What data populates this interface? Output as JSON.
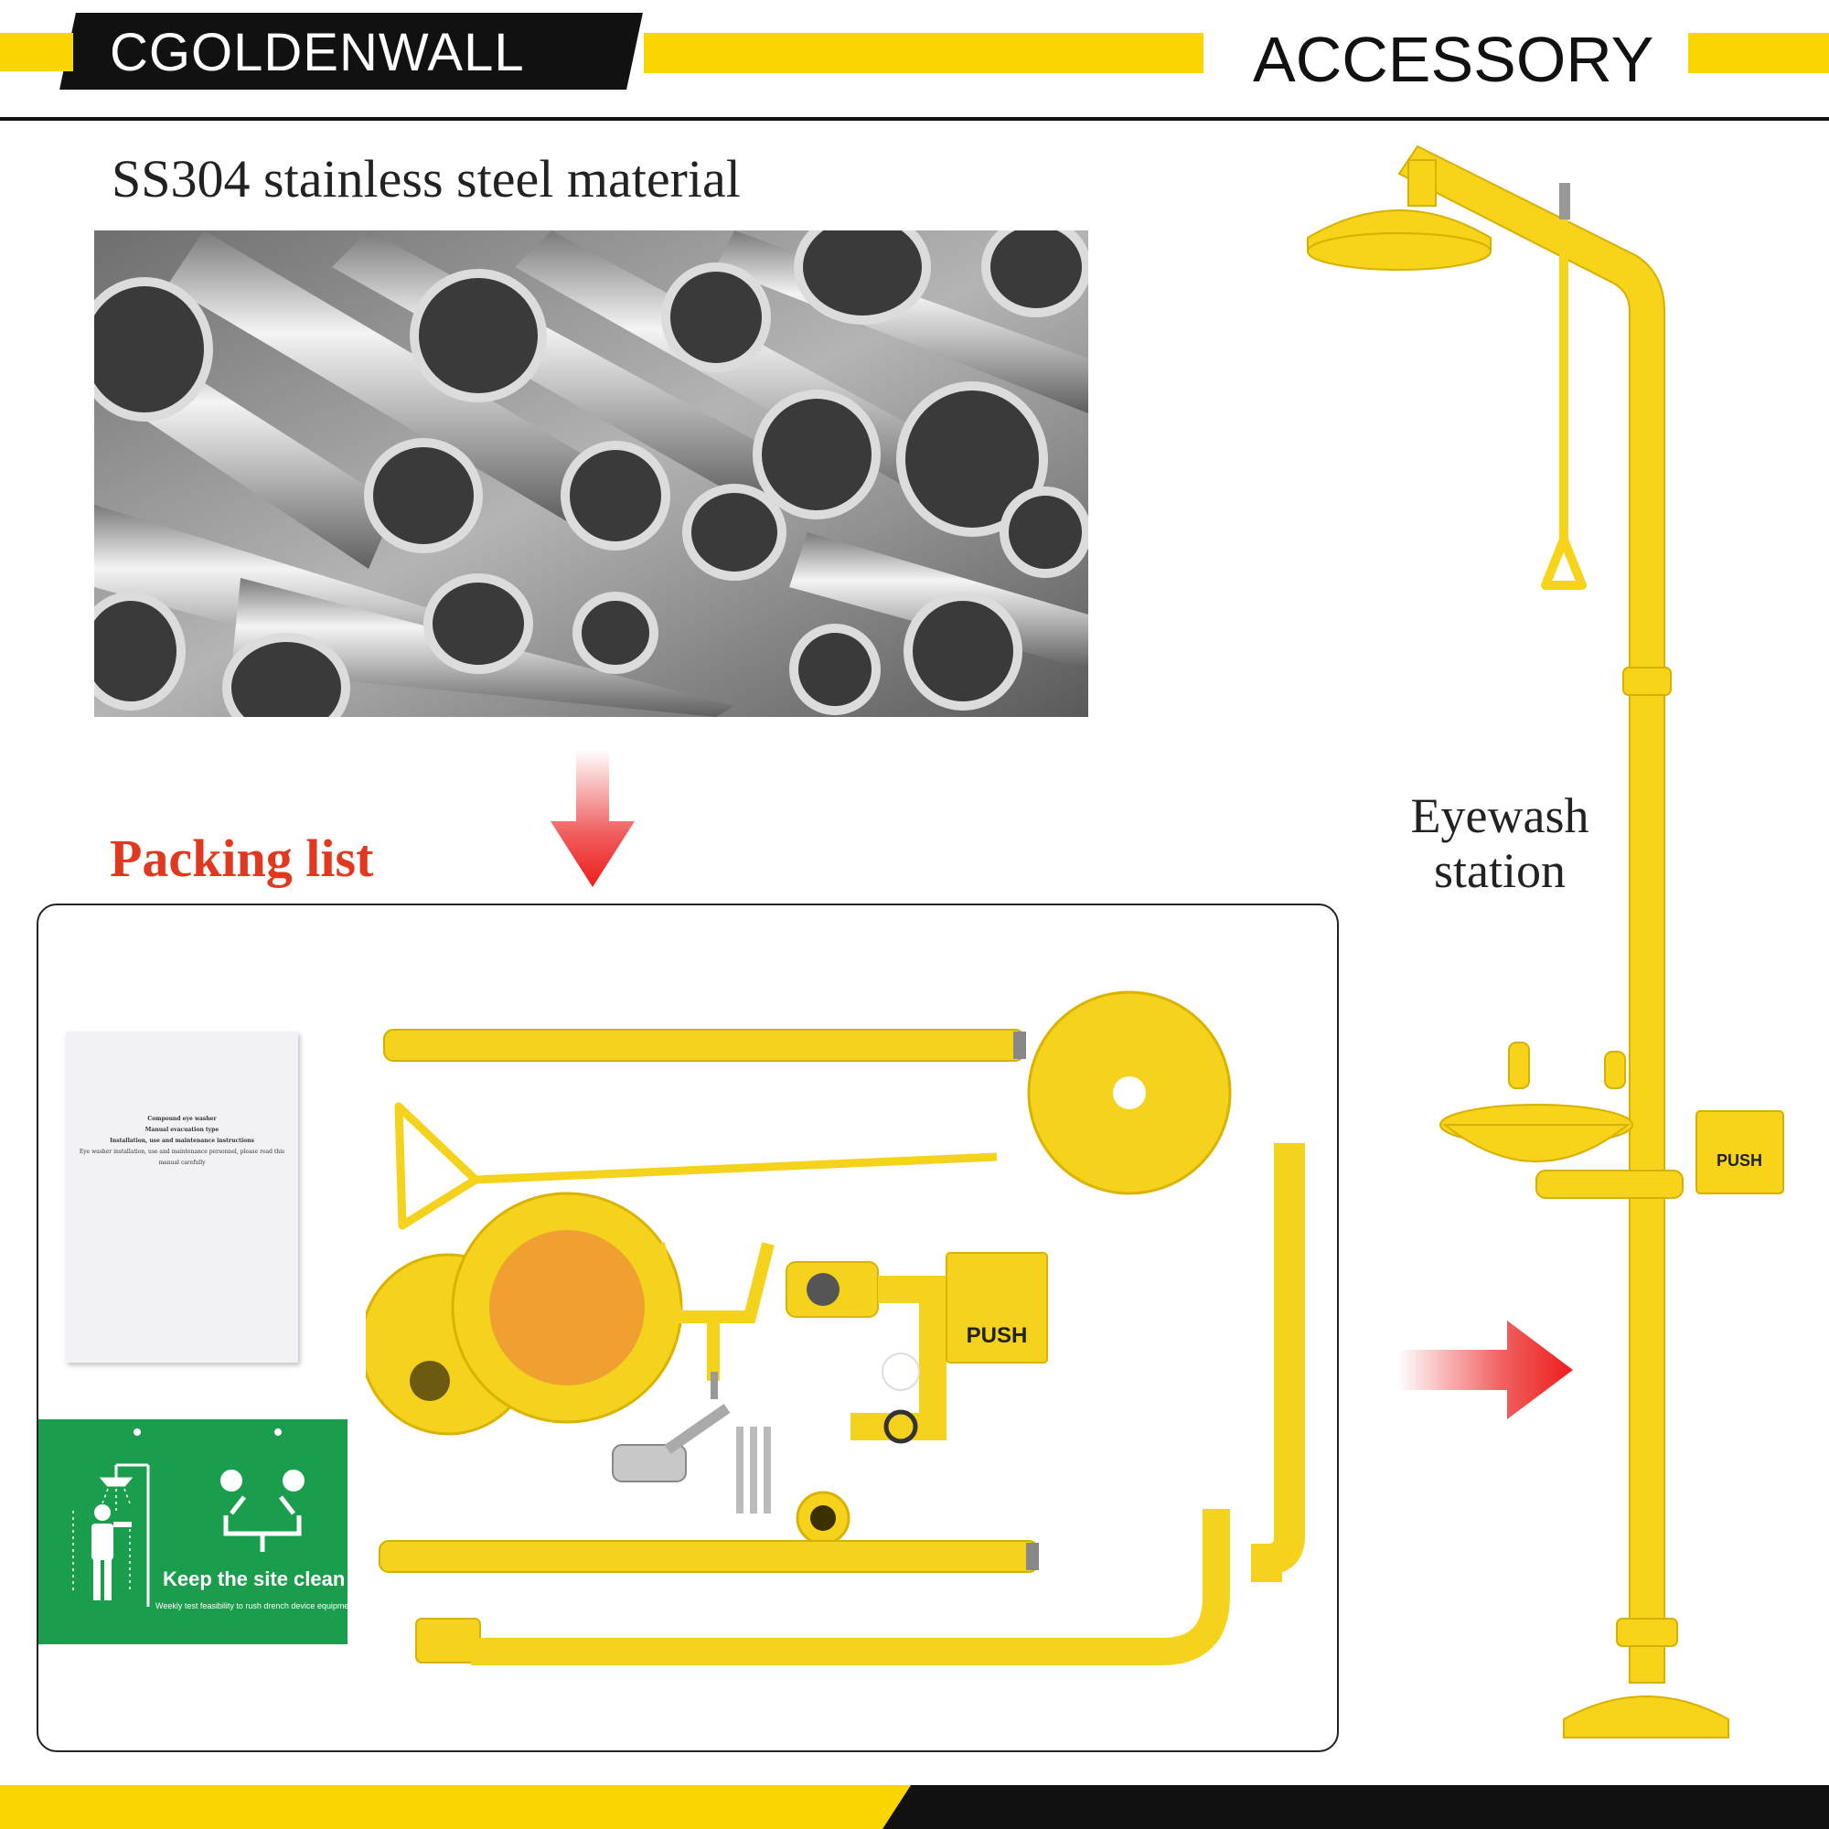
{
  "header": {
    "brand": "CGOLDENWALL",
    "section_title": "ACCESSORY"
  },
  "material": {
    "title": "SS304 stainless steel material"
  },
  "packing": {
    "title": "Packing list",
    "manual_lines": [
      "Compound eye washer",
      "Manual evacuation type",
      "Installation, use and maintenance instructions",
      "Eye washer installation, use and maintenance personnel, please read this",
      "manual carefully"
    ],
    "sign_caption": "Keep the site clean",
    "sign_subtext": "Weekly test feasibility to rush drench device equipment",
    "push_label": "PUSH"
  },
  "product": {
    "label_line1": "Eyewash",
    "label_line2": "station",
    "push_label": "PUSH"
  },
  "colors": {
    "accent_yellow": "#fbd500",
    "brand_black": "#111111",
    "packing_red": "#e0391f",
    "sign_green": "#1a9d4c",
    "arrow_red": "#ee1c1c",
    "steel_gray": "#9a9a9a"
  }
}
